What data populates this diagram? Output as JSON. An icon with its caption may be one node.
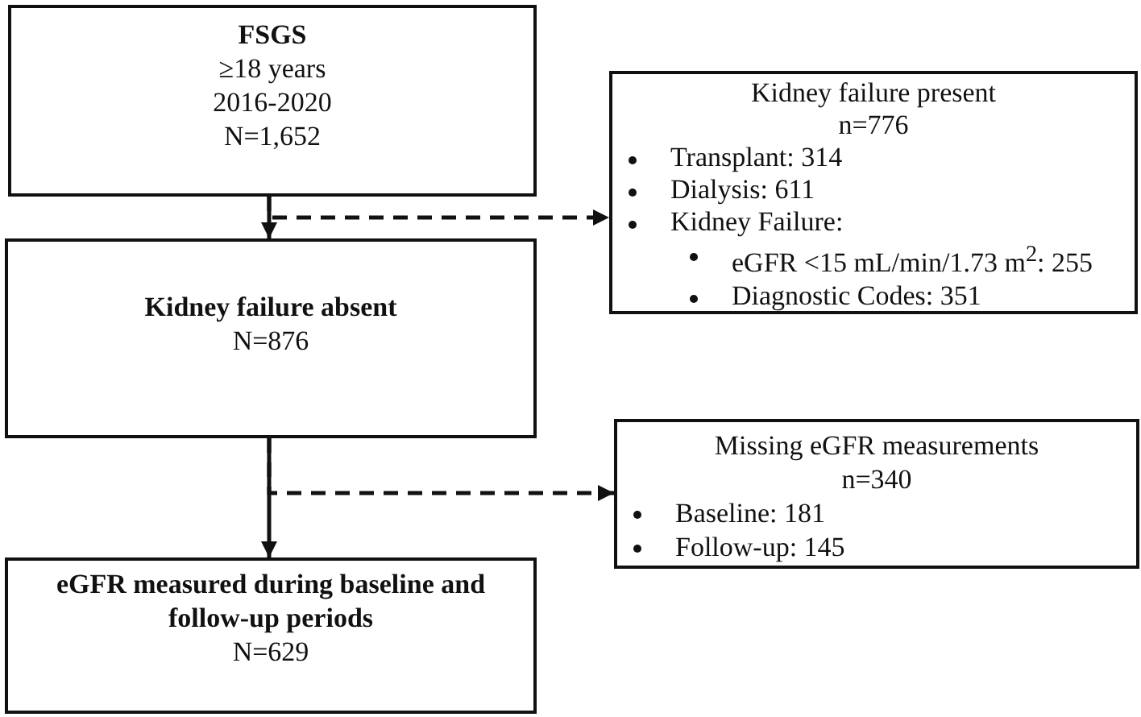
{
  "diagram": {
    "nodes": [
      {
        "text": [
          "FSGS",
          "≥18 years",
          "2016-2020",
          "N=1,652"
        ]
      },
      {
        "text": [
          "Kidney failure present",
          "n=776",
          "Transplant: 314",
          "Dialysis: 611",
          "Kidney Failure:",
          "eGFR <15 mL/min/1.73 m$^{2}$: 255",
          "Diagnostic Codes: 351"
        ]
      },
      {
        "text": [
          "Kidney failure absent",
          "N=876"
        ]
      },
      {
        "text": [
          "Missing eGFR measurements",
          "n=340",
          "Baseline: 181",
          "Follow-up: 145"
        ]
      },
      {
        "text": [
          "eGFR measured during baseline and follow-up periods",
          "N=629"
        ]
      }
    ],
    "edges": [
      {
        "from": 0,
        "to": 2,
        "arrow": "to"
      },
      {
        "from": 0,
        "to": 1,
        "arrow": "to",
        "style": "dashed"
      },
      {
        "from": 2,
        "to": 4,
        "arrow": "to"
      },
      {
        "from": 2,
        "to": 3,
        "arrow": "to",
        "style": "dashed"
      }
    ]
  }
}
